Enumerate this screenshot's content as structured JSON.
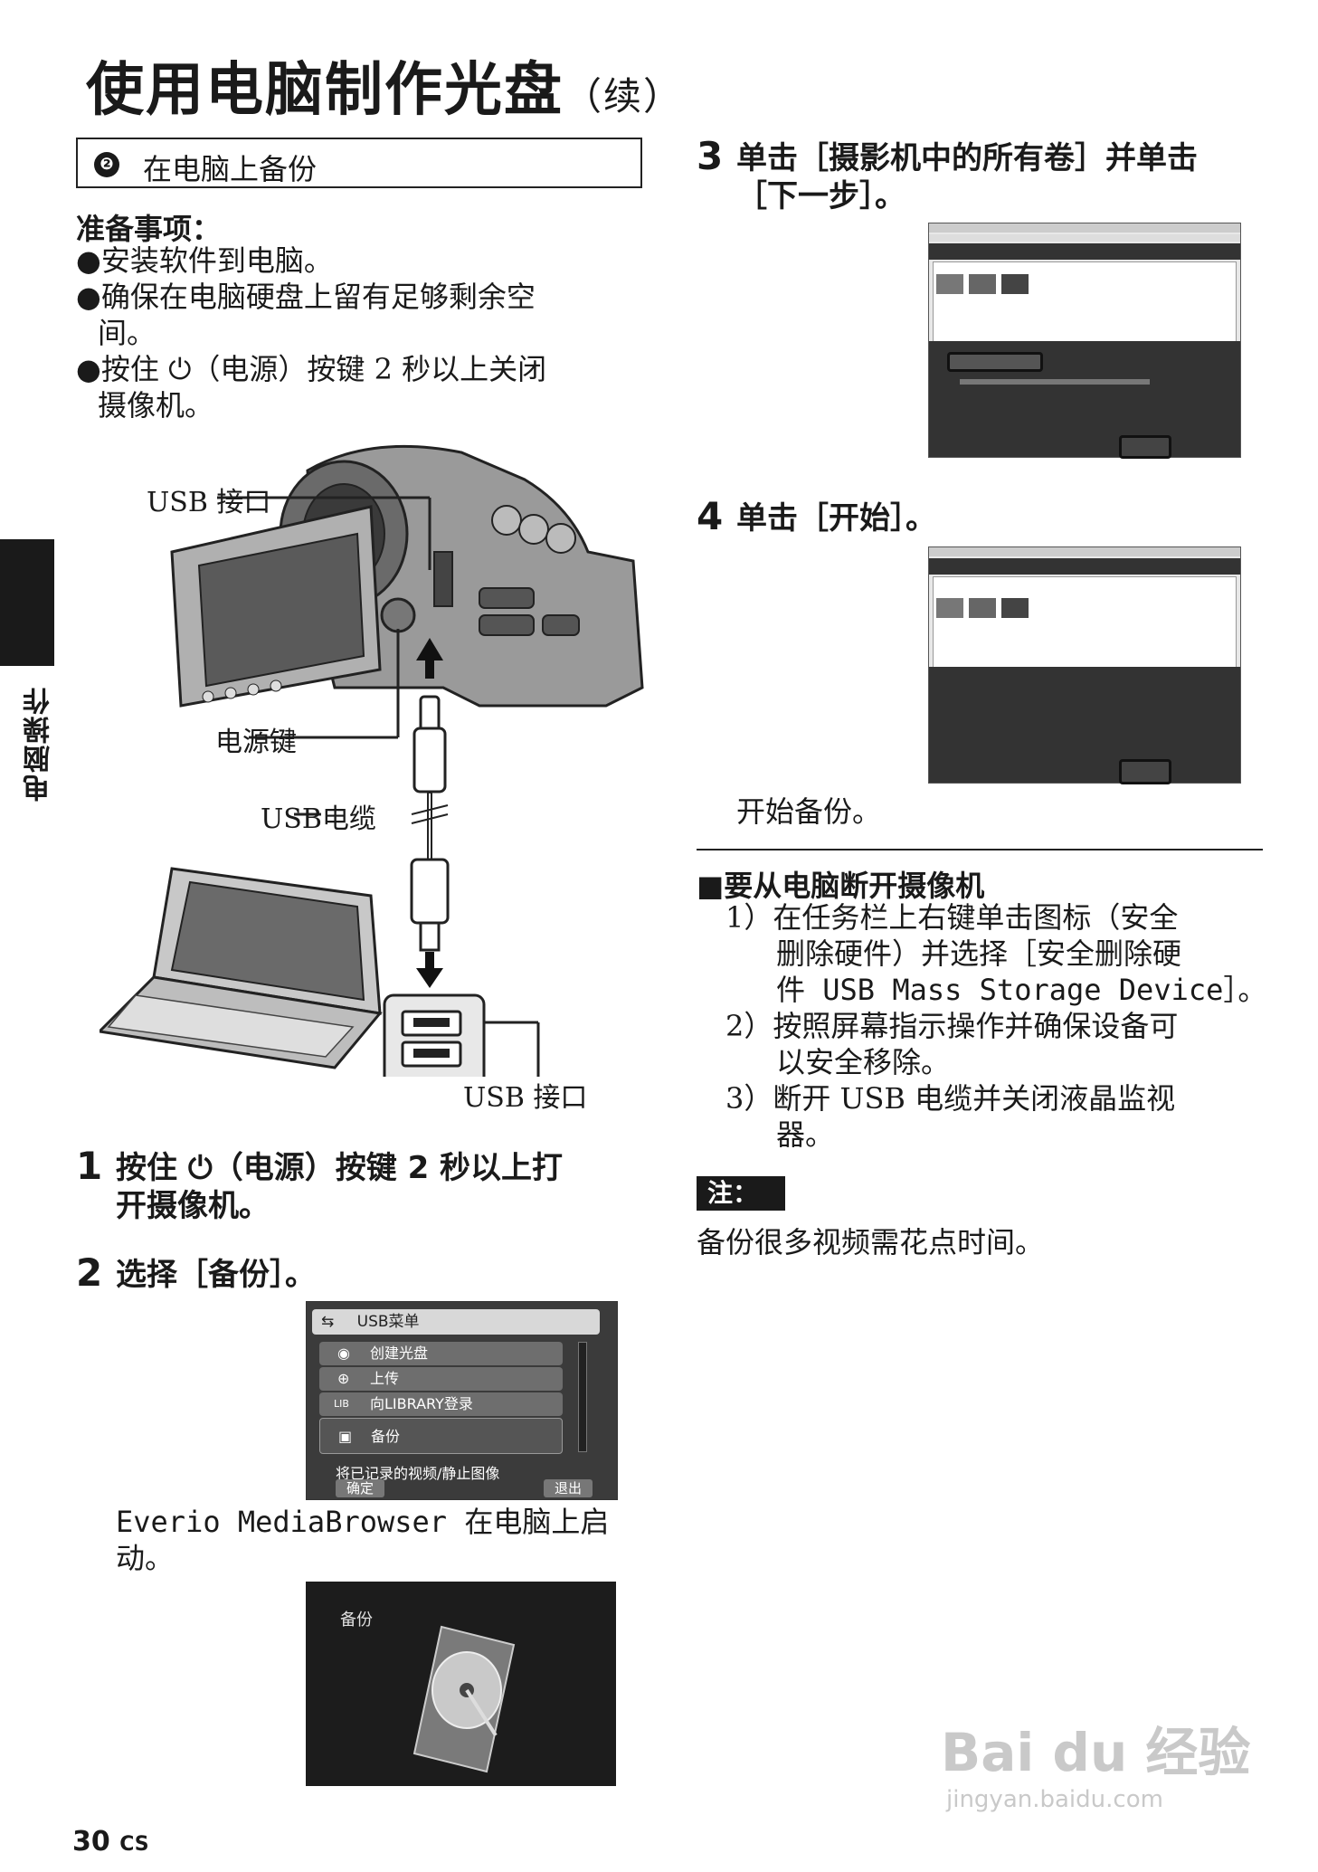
{
  "header": {
    "title": "使用电脑制作光盘",
    "title_suffix": "（续）"
  },
  "side_label": "电脑操作",
  "section": {
    "number": "❷",
    "title": "在电脑上备份"
  },
  "prep": {
    "heading": "准备事项：",
    "items": [
      "●安装软件到电脑。",
      "●确保在电脑硬盘上留有足够剩余空",
      "间。",
      "●按住 ⏻（电源）按键 2 秒以上关闭",
      "摄像机。"
    ]
  },
  "illustration": {
    "usb_port_top": "USB 接口",
    "power_key": "电源键",
    "usb_cable": "USB电缆",
    "usb_port_bottom": "USB 接口"
  },
  "steps": {
    "s1": {
      "num": "1",
      "line1": "按住 ⏻（电源）按键 2 秒以上打",
      "line2": "开摄像机。"
    },
    "s2": {
      "num": "2",
      "text": "选择［备份］。"
    },
    "s2_caption_1": "Everio MediaBrowser 在电脑上启",
    "s2_caption_2": "动。",
    "s3": {
      "num": "3",
      "line1": "单击［摄影机中的所有卷］并单击",
      "line2": "［下一步］。"
    },
    "s4": {
      "num": "4",
      "text": "单击［开始］。"
    },
    "s4_caption": "开始备份。"
  },
  "usb_menu": {
    "title": "USB菜单",
    "items": [
      "创建光盘",
      "上传",
      "向LIBRARY登录",
      "备份"
    ],
    "description": "将已记录的视频/静止图像",
    "ok": "确定",
    "exit": "退出"
  },
  "backup_screen": {
    "label": "备份"
  },
  "disconnect": {
    "heading": "■要从电脑断开摄像机",
    "lines": [
      "1）在任务栏上右键单击图标（安全",
      "删除硬件）并选择［安全删除硬",
      "件 USB Mass Storage Device］。",
      "2）按照屏幕指示操作并确保设备可",
      "以安全移除。",
      "3）断开 USB 电缆并关闭液晶监视",
      "器。"
    ]
  },
  "note": {
    "tag": "注：",
    "text": "备份很多视频需花点时间。"
  },
  "footer": {
    "page": "30",
    "lang": "CS"
  },
  "watermark": {
    "brand": "Bai du 经验",
    "url": "jingyan.baidu.com"
  }
}
